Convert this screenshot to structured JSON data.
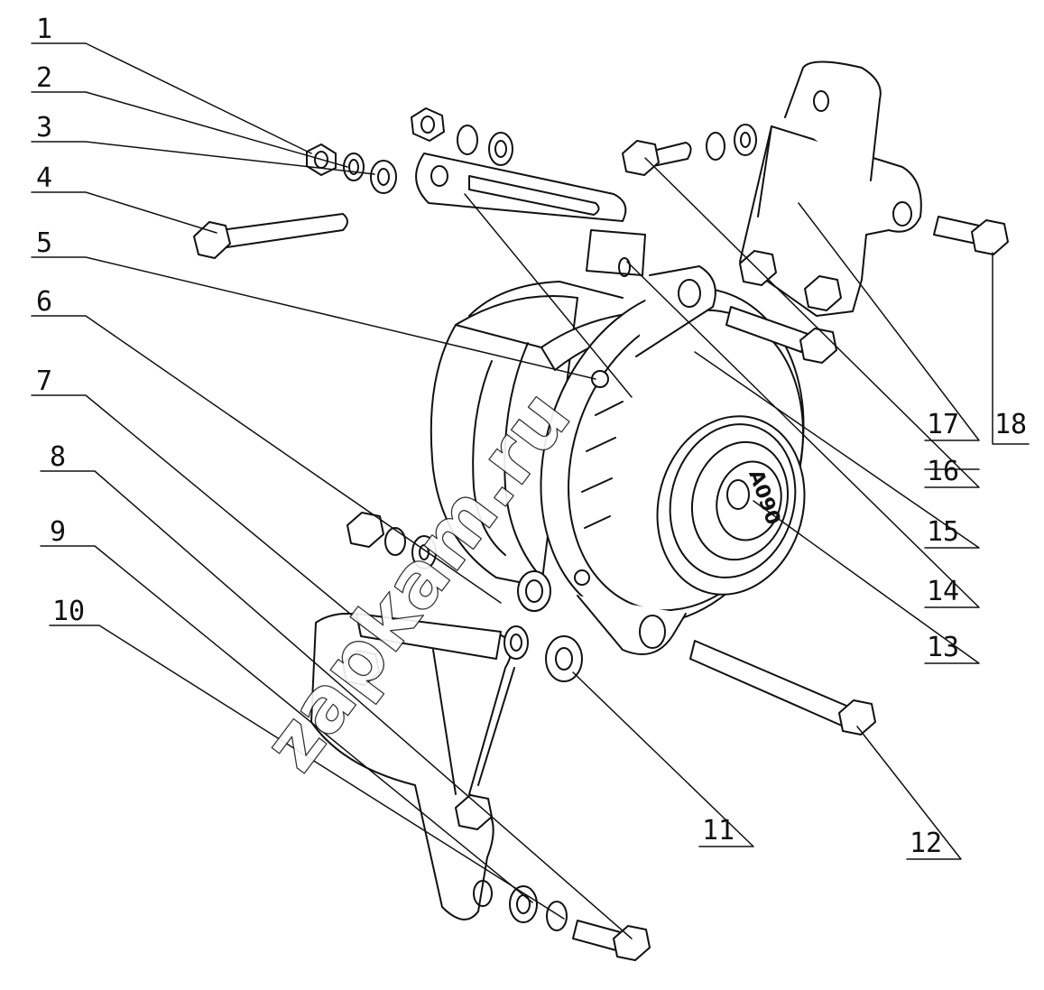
{
  "diagram": {
    "callouts": [
      {
        "label": "1"
      },
      {
        "label": "2"
      },
      {
        "label": "3"
      },
      {
        "label": "4"
      },
      {
        "label": "5"
      },
      {
        "label": "6"
      },
      {
        "label": "7"
      },
      {
        "label": "8"
      },
      {
        "label": "9"
      },
      {
        "label": "10"
      },
      {
        "label": "11"
      },
      {
        "label": "12"
      },
      {
        "label": "13"
      },
      {
        "label": "14"
      },
      {
        "label": "15"
      },
      {
        "label": "16"
      },
      {
        "label": "17"
      },
      {
        "label": "18"
      }
    ],
    "pulley_stamp": "A090",
    "watermark": "zapkam.ru"
  }
}
